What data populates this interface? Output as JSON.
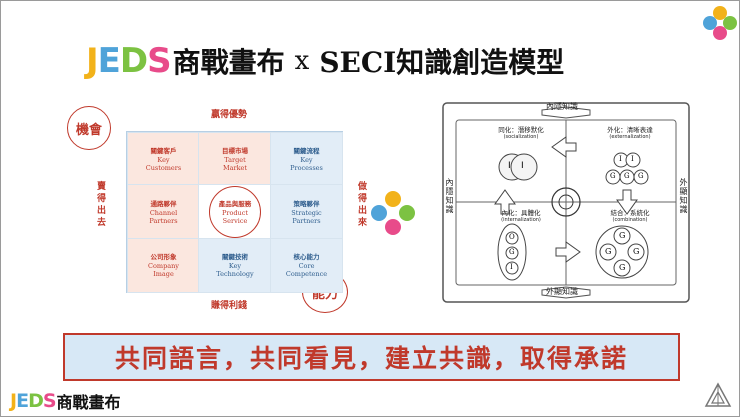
{
  "brand": {
    "letters": [
      "J",
      "E",
      "D",
      "S"
    ],
    "colors": [
      "#f2b21a",
      "#4fa3d9",
      "#7cc242",
      "#e84b8a"
    ],
    "name": "商戰畫布"
  },
  "title": {
    "main": "商戰畫布",
    "x": "x",
    "seci": "SECI知識創造模型"
  },
  "canvas": {
    "top_label": "贏得優勢",
    "bottom_label": "賺得利錢",
    "left_label": "賣得出去",
    "right_label": "做得出來",
    "opportunity": "機會",
    "capability": "能力",
    "cells": [
      {
        "zh": "關鍵客戶",
        "en1": "Key",
        "en2": "Customers"
      },
      {
        "zh": "目標市場",
        "en1": "Target",
        "en2": "Market"
      },
      {
        "zh": "關鍵流程",
        "en1": "Key",
        "en2": "Processes"
      },
      {
        "zh": "通路夥伴",
        "en1": "Channel",
        "en2": "Partners"
      },
      {
        "zh": "產品與服務",
        "en1": "Product",
        "en2": "Service"
      },
      {
        "zh": "策略夥伴",
        "en1": "Strategic",
        "en2": "Partners"
      },
      {
        "zh": "公司形象",
        "en1": "Company",
        "en2": "Image"
      },
      {
        "zh": "關鍵技術",
        "en1": "Key",
        "en2": "Technology"
      },
      {
        "zh": "核心能力",
        "en1": "Core",
        "en2": "Competence"
      }
    ]
  },
  "seci": {
    "top": "內隱知識",
    "bottom": "外顯知識",
    "left": "內隱知識",
    "right": "外顯知識",
    "socialization": {
      "zh": "同化：潛移默化",
      "en": "(socialization)"
    },
    "externalization": {
      "zh": "外化：清晰表達",
      "en": "(externalization)"
    },
    "internalization": {
      "zh": "內化：具體化",
      "en": "(internalization)"
    },
    "combination": {
      "zh": "結合：系統化",
      "en": "(combination)"
    },
    "i": "I",
    "g": "G",
    "o": "O"
  },
  "banner": "共同語言，共同看見，建立共識，取得承諾",
  "icons": [
    "four-petal-logo-icon",
    "rotating-arrows-icon",
    "corner-emblem-icon"
  ]
}
